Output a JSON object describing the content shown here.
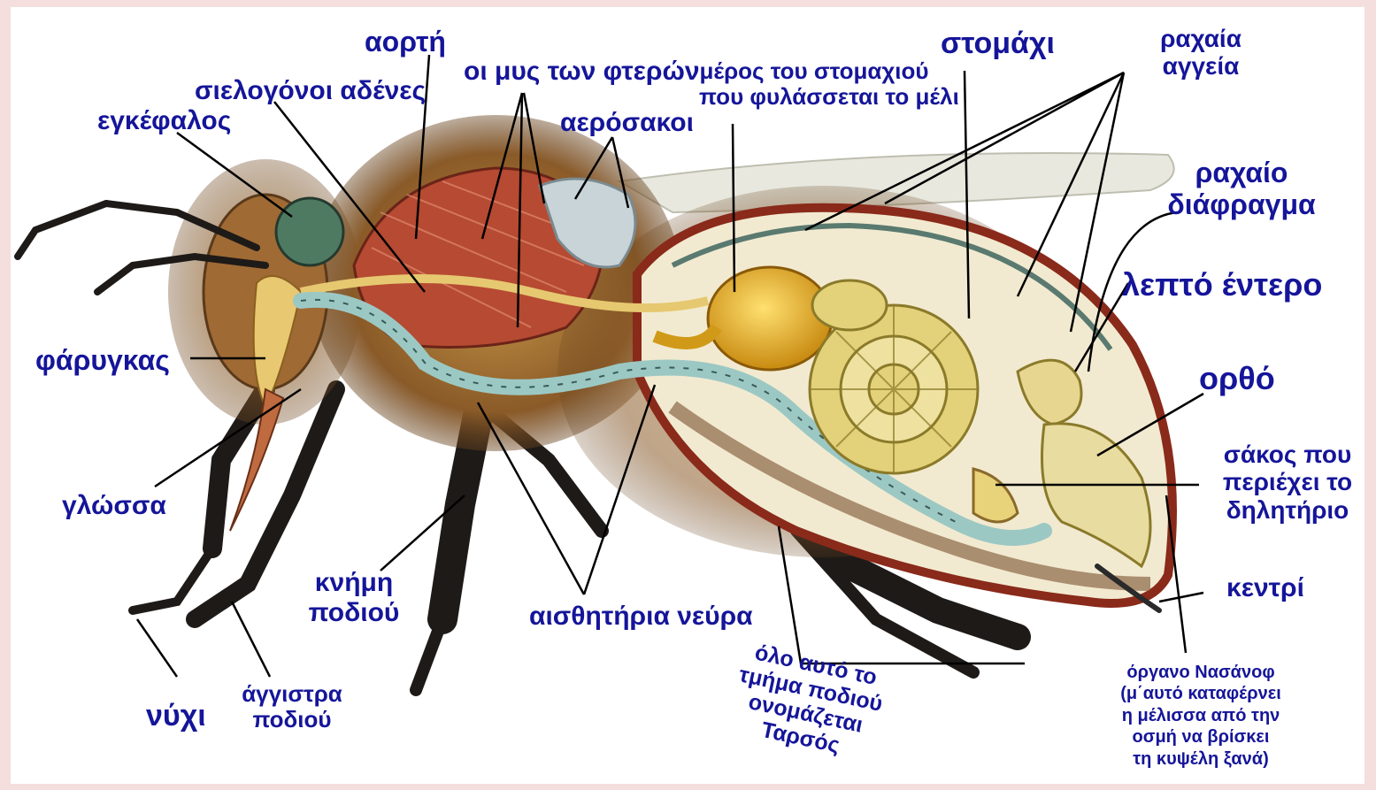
{
  "labels": {
    "aorti": "αορτή",
    "muscles": "οι μυς των φτερών",
    "honey_stomach_1": "μέρος του στομαχιού",
    "honey_stomach_2": "που φυλάσσεται το μέλι",
    "stomach": "στομάχι",
    "dorsal_vessels_1": "ραχαία",
    "dorsal_vessels_2": "αγγεία",
    "salivary": "σιελογόνοι αδένες",
    "brain": "εγκέφαλος",
    "air_sacs": "αερόσακοι",
    "diaphragm_1": "ραχαίο",
    "diaphragm_2": "διάφραγμα",
    "small_intestine": "λεπτό έντερο",
    "pharynx": "φάρυγκας",
    "rectum": "ορθό",
    "venom_sac_1": "σάκος που",
    "venom_sac_2": "περιέχει το",
    "venom_sac_3": "δηλητήριο",
    "tongue": "γλώσσα",
    "tibia_1": "κνήμη",
    "tibia_2": "ποδιού",
    "nerves": "αισθητήρια νεύρα",
    "sting": "κεντρί",
    "tarsus_1": "όλο αυτό το",
    "tarsus_2": "τμήμα ποδιού",
    "tarsus_3": "ονομάζεται",
    "tarsus_4": "Ταρσός",
    "nasanov_1": "όργανο Νασάνοφ",
    "nasanov_2": "(μ΄αυτό καταφέρνει",
    "nasanov_3": "η μέλισσα από την",
    "nasanov_4": "οσμή να βρίσκει",
    "nasanov_5": "τη κυψέλη ξανά)",
    "claw": "νύχι",
    "hooks_1": "άγγιστρα",
    "hooks_2": "ποδιού"
  },
  "colors": {
    "label_text": "#15159a",
    "page_border": "#f4dede",
    "panel_bg": "#ffffff",
    "hair": "#a87838",
    "muscle": "#b64a32",
    "honey_crop": "#e0a020",
    "intestine": "#e4d27a",
    "air_sac": "#c8d4d8",
    "brain": "#4e7a62",
    "leg": "#1e1a18",
    "nerve": "#9cc8c4"
  }
}
